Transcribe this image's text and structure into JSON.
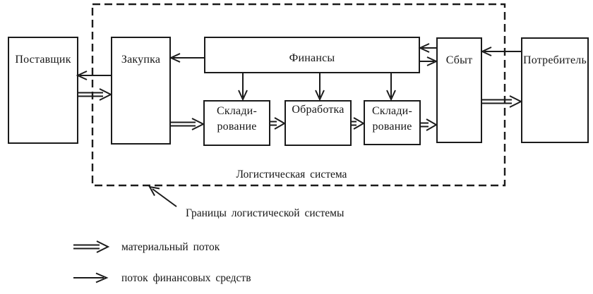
{
  "diagram": {
    "system_label": "Логистическая система",
    "boundary_label": "Границы логистической системы",
    "nodes": {
      "supplier": "Поставщик",
      "purchase": "Закупка",
      "finance": "Финансы",
      "warehousing_1": "Склади-\nрование",
      "processing": "Обработка",
      "warehousing_2": "Склади-\nрование",
      "sales": "Сбыт",
      "consumer": "Потребитель"
    },
    "legend": [
      {
        "symbol": "double-line-arrow",
        "label": "материальный поток"
      },
      {
        "symbol": "single-line-arrow",
        "label": "поток финансовых средств"
      }
    ],
    "flows": {
      "material": [
        {
          "from": "Поставщик",
          "to": "Закупка"
        },
        {
          "from": "Закупка",
          "to": "Складирование (1)"
        },
        {
          "from": "Складирование (1)",
          "to": "Обработка"
        },
        {
          "from": "Обработка",
          "to": "Складирование (2)"
        },
        {
          "from": "Складирование (2)",
          "to": "Сбыт"
        },
        {
          "from": "Сбыт",
          "to": "Потребитель"
        }
      ],
      "financial": [
        {
          "from": "Закупка",
          "to": "Поставщик"
        },
        {
          "from": "Финансы",
          "to": "Закупка"
        },
        {
          "from": "Сбыт",
          "to": "Финансы"
        },
        {
          "from": "Финансы",
          "to": "Сбыт"
        },
        {
          "from": "Потребитель",
          "to": "Сбыт"
        },
        {
          "from": "Финансы",
          "to": "Складирование (1)"
        },
        {
          "from": "Финансы",
          "to": "Обработка"
        },
        {
          "from": "Финансы",
          "to": "Складирование (2)"
        }
      ]
    },
    "colors": {
      "ink": "#1b1b1b",
      "background": "#ffffff"
    }
  }
}
